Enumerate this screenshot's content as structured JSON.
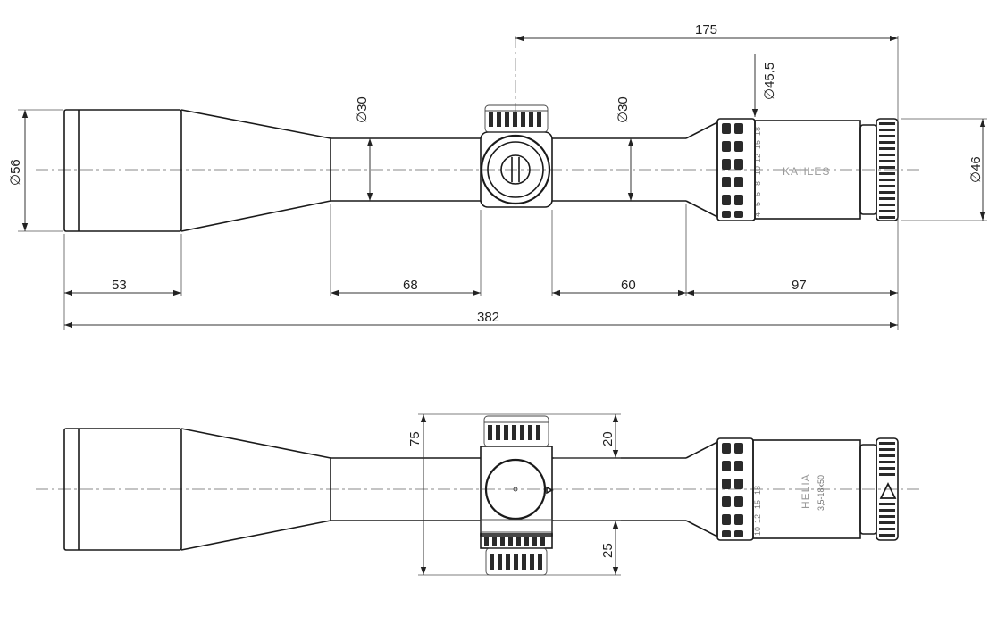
{
  "top_view": {
    "brand_label": "KAHLES",
    "dimensions": {
      "objective_diameter": "∅56",
      "tube_front_diameter": "∅30",
      "tube_rear_diameter": "∅30",
      "ocular_ring_diameter": "∅45,5",
      "eyepiece_diameter": "∅46",
      "objective_length": "53",
      "front_tube_length": "68",
      "rear_tube_length": "60",
      "ocular_length": "97",
      "turret_to_eyepiece": "175",
      "total_length": "382"
    },
    "ring_marks": [
      "18",
      "15",
      "12",
      "10",
      "8",
      "6",
      "5",
      "4"
    ]
  },
  "side_view": {
    "model_label": "HELIA",
    "spec_label": "3,5-18x50",
    "dimensions": {
      "turret_total_height": "75",
      "turret_top_height": "20",
      "turret_bottom_height": "25"
    },
    "ring_marks": [
      "18",
      "15",
      "12",
      "10"
    ]
  },
  "colors": {
    "line": "#1a1a1a",
    "centerline": "#8a8a8a",
    "background": "#ffffff"
  }
}
